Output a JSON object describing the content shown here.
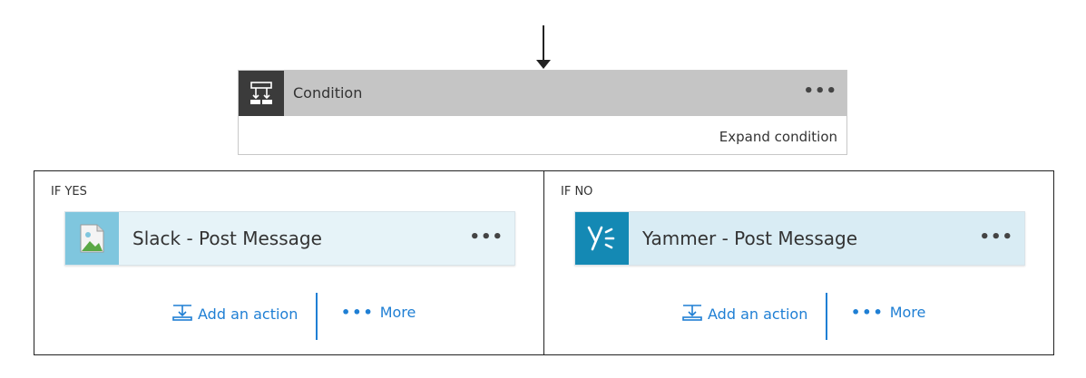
{
  "condition": {
    "title": "Condition",
    "expand_label": "Expand condition",
    "menu_glyph": "•••",
    "icon": "condition-branch-icon"
  },
  "branches": {
    "yes": {
      "label": "IF YES",
      "action": {
        "title": "Slack - Post Message",
        "icon": "image-placeholder-icon",
        "menu_glyph": "•••"
      },
      "add_action_label": "Add an action",
      "more_label": "More",
      "more_glyph": "•••"
    },
    "no": {
      "label": "IF NO",
      "action": {
        "title": "Yammer - Post Message",
        "icon": "yammer-logo-icon",
        "menu_glyph": "•••"
      },
      "add_action_label": "Add an action",
      "more_label": "More",
      "more_glyph": "•••"
    }
  },
  "colors": {
    "link": "#1f7fd4",
    "condition_header": "#c5c5c5",
    "condition_icon_bg": "#3b3b3b",
    "slack_icon_bg": "#7fc6de",
    "yammer_icon_bg": "#1489b4"
  }
}
